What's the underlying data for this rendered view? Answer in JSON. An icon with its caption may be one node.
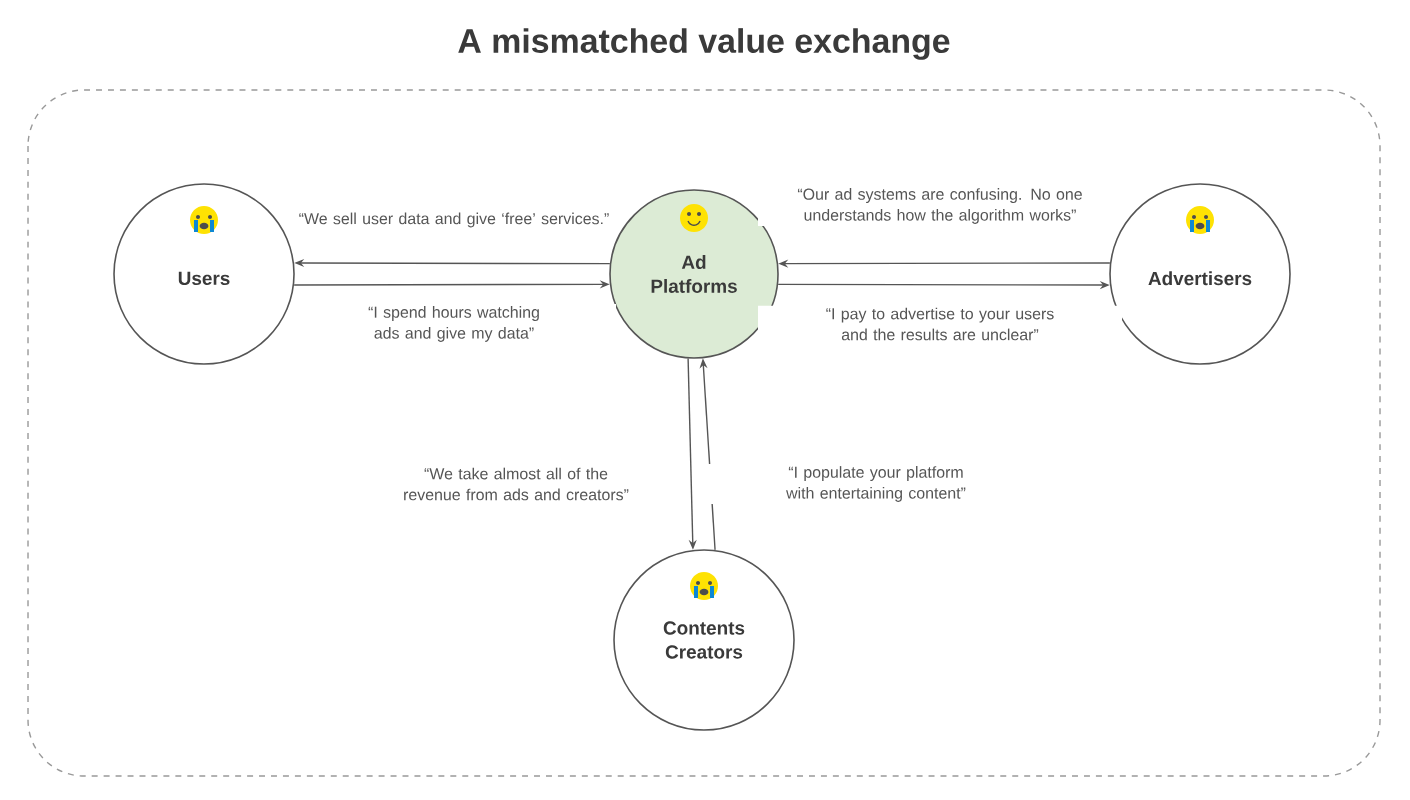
{
  "diagram": {
    "title": "A mismatched value exchange",
    "nodes": [
      {
        "text": [
          "Users"
        ]
      },
      {
        "text": [
          "Ad Platforms"
        ]
      },
      {
        "text": [
          "Advertisers"
        ]
      },
      {
        "text": [
          "Contents Creators"
        ]
      }
    ],
    "edges": [
      {
        "from": 1,
        "to": 0,
        "arrow": "to",
        "label": "“We sell user data and give ‘free’ services.”"
      },
      {
        "from": 0,
        "to": 1,
        "arrow": "to",
        "label": "“I spend hours watching ads and give my data”"
      },
      {
        "from": 2,
        "to": 1,
        "arrow": "to",
        "label": "“Our ad systems are confusing. No one understands how the algorithm works”"
      },
      {
        "from": 1,
        "to": 2,
        "arrow": "to",
        "label": "“I pay to advertise to your users and the results are unclear”"
      },
      {
        "from": 1,
        "to": 3,
        "arrow": "to",
        "label": "“We take almost all of the revenue from ads and creators”"
      },
      {
        "from": 3,
        "to": 1,
        "arrow": "to",
        "label": "“I populate your platform with entertaining content”"
      }
    ]
  }
}
